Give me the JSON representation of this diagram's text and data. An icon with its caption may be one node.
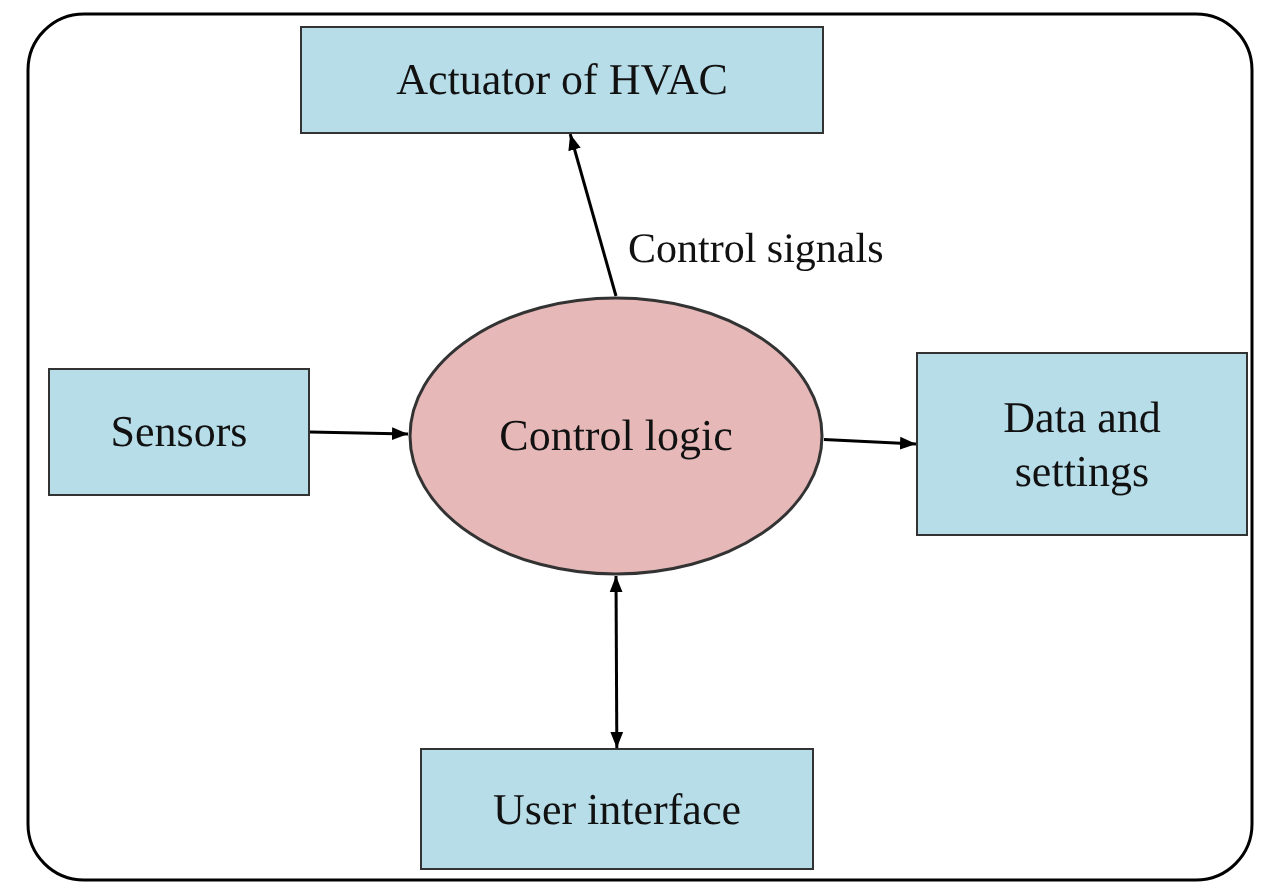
{
  "diagram": {
    "nodes": [
      {
        "text": [
          "Actuator of HVAC"
        ]
      },
      {
        "text": [
          "Sensors"
        ]
      },
      {
        "text": [
          "Control logic"
        ]
      },
      {
        "text": [
          "Data and settings"
        ]
      },
      {
        "text": [
          "User interface"
        ]
      }
    ],
    "edges": [
      {
        "from": 2,
        "to": 0,
        "arrow": "to",
        "label": "Control signals"
      },
      {
        "from": 1,
        "to": 2,
        "arrow": "to"
      },
      {
        "from": 2,
        "to": 3,
        "arrow": "to"
      },
      {
        "from": 2,
        "to": 4,
        "arrow": "both"
      }
    ]
  }
}
